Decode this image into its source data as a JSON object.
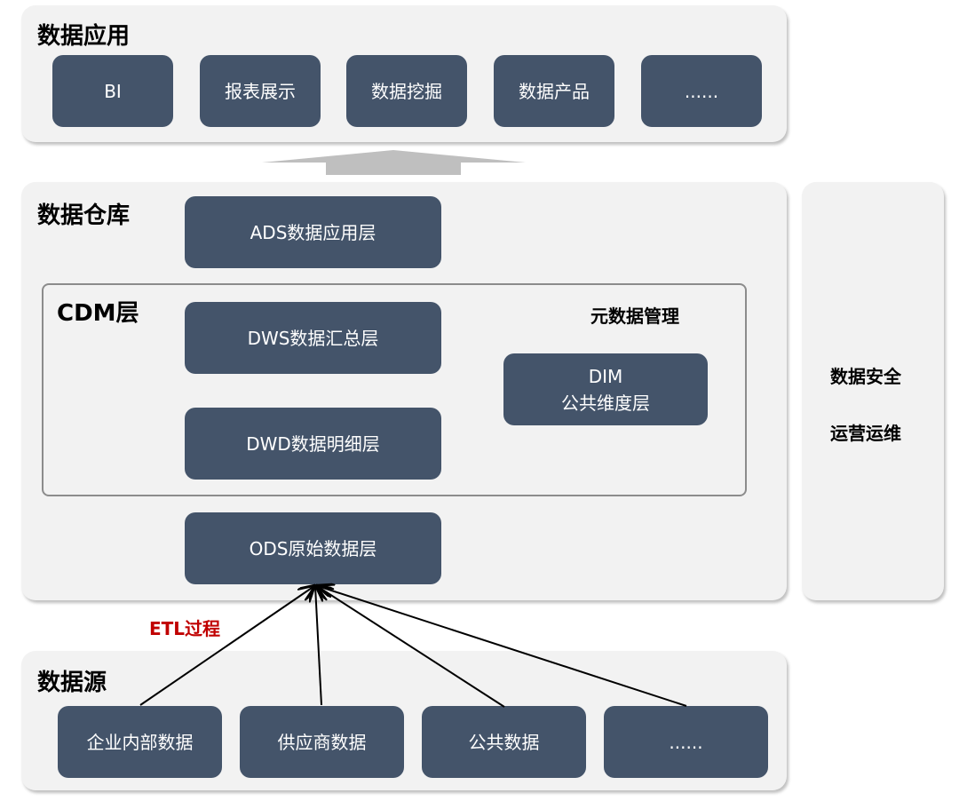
{
  "application": {
    "title": "数据应用",
    "items": [
      "BI",
      "报表展示",
      "数据挖掘",
      "数据产品",
      "......"
    ]
  },
  "warehouse": {
    "title": "数据仓库",
    "ads": "ADS数据应用层",
    "cdm": {
      "title": "CDM层",
      "dws": "DWS数据汇总层",
      "dwd": "DWD数据明细层",
      "metadata": "元数据管理",
      "dim_line1": "DIM",
      "dim_line2": "公共维度层"
    },
    "ods": "ODS原始数据层"
  },
  "side": {
    "security": "数据安全",
    "ops": "运营运维"
  },
  "etl_label": "ETL过程",
  "sources": {
    "title": "数据源",
    "items": [
      "企业内部数据",
      "供应商数据",
      "公共数据",
      "......"
    ]
  },
  "colors": {
    "box": "#44546a",
    "panel": "#f2f2f2",
    "etl": "#c00000"
  }
}
